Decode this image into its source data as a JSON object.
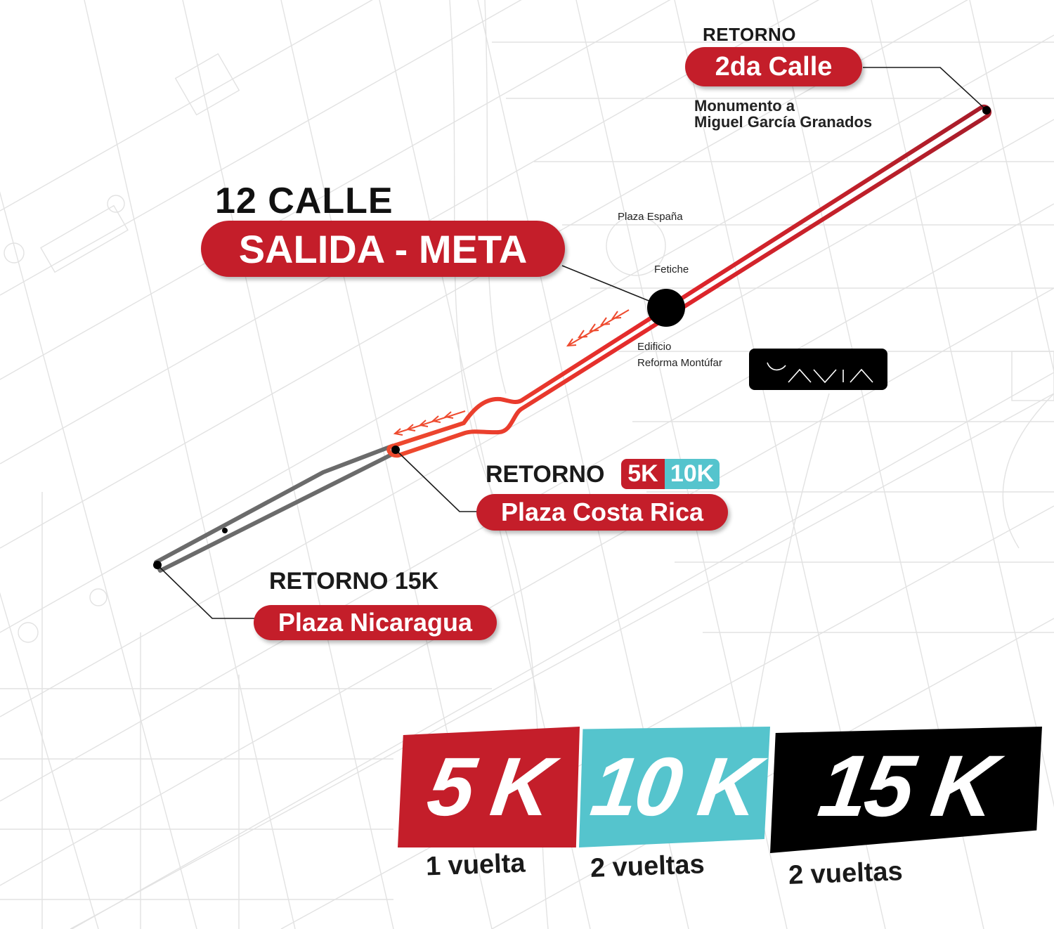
{
  "colors": {
    "red": "#c41e2a",
    "red_route": "#e63a2e",
    "dark_red_route": "#b01f2a",
    "teal": "#55c4cd",
    "black": "#000000",
    "gray_route": "#6b6b6b"
  },
  "start_finish": {
    "street": "12 CALLE",
    "label": "SALIDA - META"
  },
  "turn_2da": {
    "heading": "RETORNO",
    "label": "2da Calle",
    "landmark_line1": "Monumento a",
    "landmark_line2": "Miguel García Granados"
  },
  "turn_costa_rica": {
    "heading": "RETORNO",
    "tag_5k": "5K",
    "tag_10k": "10K",
    "label": "Plaza Costa Rica"
  },
  "turn_nicaragua": {
    "heading": "RETORNO 15K",
    "label": "Plaza Nicaragua"
  },
  "pois": {
    "plaza_espana": "Plaza España",
    "fetiche": "Fetiche",
    "edificio_line1": "Edificio",
    "edificio_line2": "Reforma Montúfar"
  },
  "logo_icon": "avia-logo-icon",
  "distances": [
    {
      "name": "5 K",
      "laps": "1 vuelta",
      "color": "#c41e2a"
    },
    {
      "name": "10 K",
      "laps": "2 vueltas",
      "color": "#55c4cd"
    },
    {
      "name": "15 K",
      "laps": "2 vueltas",
      "color": "#000000"
    }
  ]
}
